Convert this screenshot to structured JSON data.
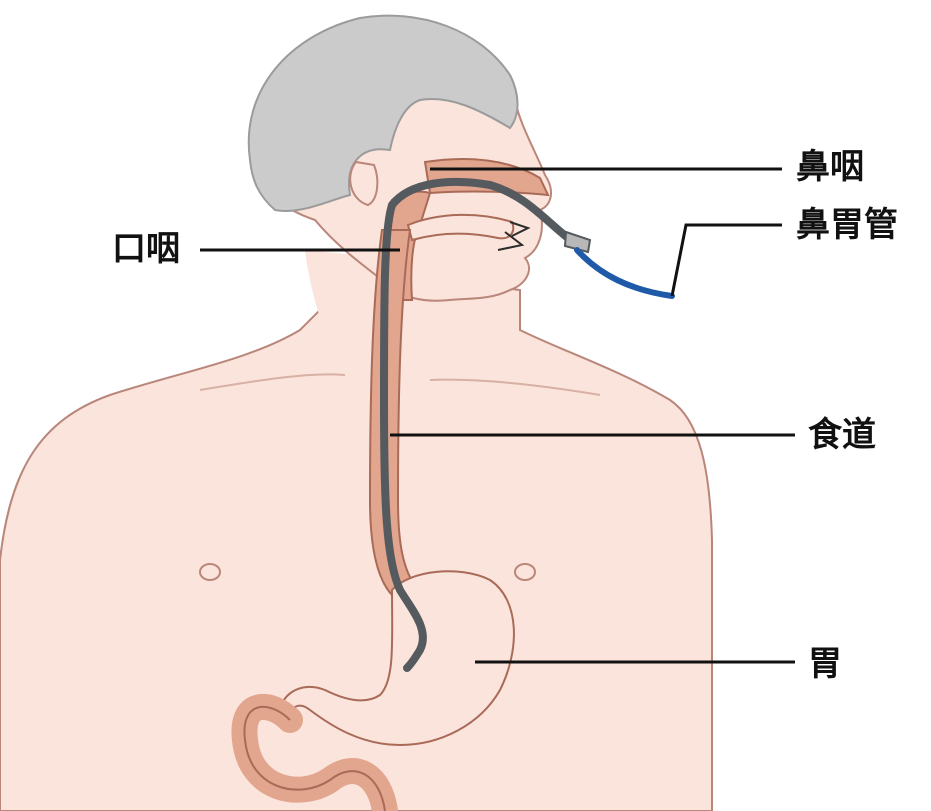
{
  "labels": {
    "nasopharynx": "鼻咽",
    "nasogastric_tube": "鼻胃管",
    "oropharynx": "口咽",
    "esophagus": "食道",
    "stomach": "胃"
  },
  "colors": {
    "skin": "#fbe4dc",
    "skin_outline": "#b9867a",
    "hair": "#cbcbcb",
    "hair_outline": "#9b9b9b",
    "organ": "#e2a58e",
    "organ_outline": "#a96a58",
    "tube": "#555a5e",
    "tube_tip_blue": "#1f5aa8",
    "leader_line": "#111111"
  }
}
